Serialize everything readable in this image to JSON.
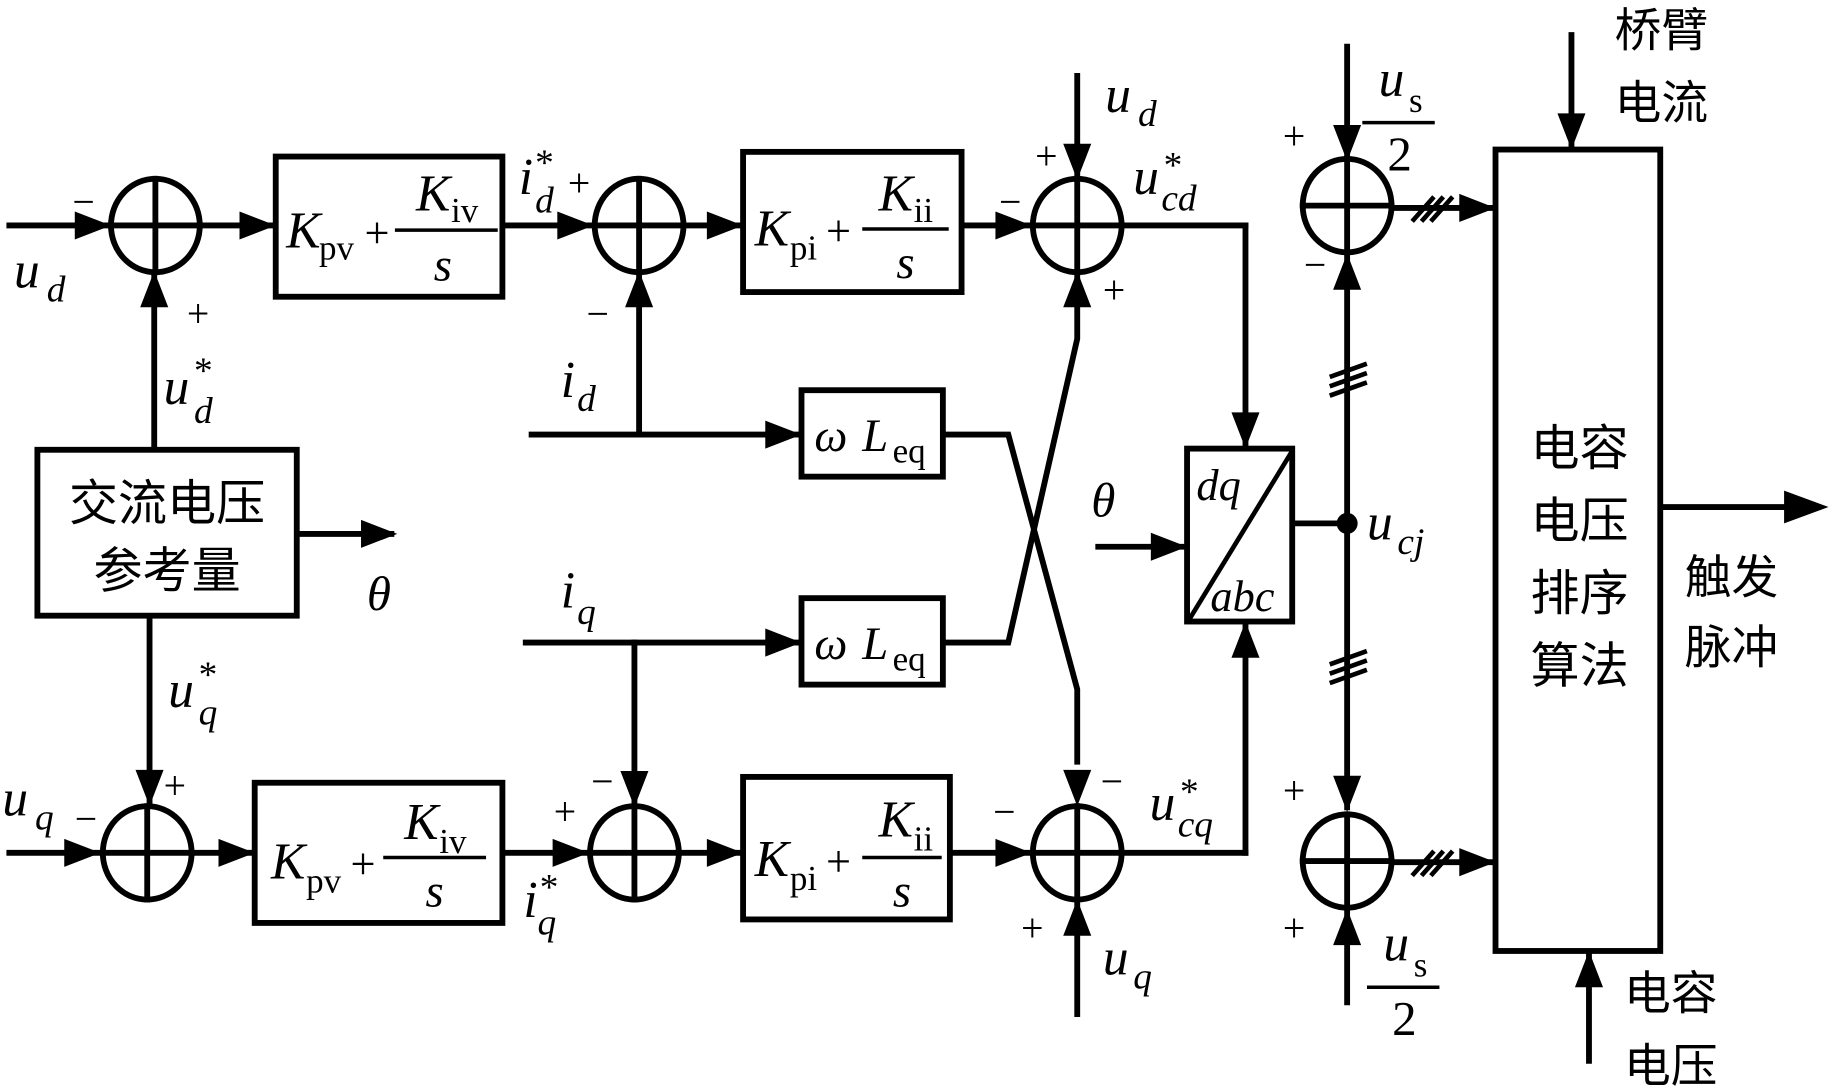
{
  "diagram": {
    "title": "MMC AC voltage / current dual-loop control with capacitor voltage sorting",
    "blocks": {
      "ac_ref": {
        "line1": "交流电压",
        "line2": "参考量"
      },
      "sort": {
        "lines": [
          "电容",
          "电压",
          "排序",
          "算法"
        ]
      },
      "pi_v_d": {
        "K": "K",
        "p_sub": "pv",
        "plus": "+",
        "num_K": "K",
        "num_sub": "iv",
        "den": "s"
      },
      "pi_v_q": {
        "K": "K",
        "p_sub": "pv",
        "plus": "+",
        "num_K": "K",
        "num_sub": "iv",
        "den": "s"
      },
      "pi_i_d": {
        "K": "K",
        "p_sub": "pi",
        "plus": "+",
        "num_K": "K",
        "num_sub": "ii",
        "den": "s"
      },
      "pi_i_q": {
        "K": "K",
        "p_sub": "pi",
        "plus": "+",
        "num_K": "K",
        "num_sub": "ii",
        "den": "s"
      },
      "wl_d": {
        "omega": "ω",
        "L": "L",
        "sub": "eq"
      },
      "wl_q": {
        "omega": "ω",
        "L": "L",
        "sub": "eq"
      },
      "transform": {
        "top": "dq",
        "bottom": "abc"
      }
    },
    "signals": {
      "ud_in": {
        "base": "u",
        "sub": "d"
      },
      "uq_in": {
        "base": "u",
        "sub": "q"
      },
      "ud_ref": {
        "base": "u",
        "sup": "*",
        "sub": "d"
      },
      "uq_ref": {
        "base": "u",
        "sup": "*",
        "sub": "q"
      },
      "theta_out": "θ",
      "theta_in": "θ",
      "id_ref": {
        "base": "i",
        "sup": "*",
        "sub": "d"
      },
      "iq_ref": {
        "base": "i",
        "sup": "*",
        "sub": "q"
      },
      "id": {
        "base": "i",
        "sub": "d"
      },
      "iq": {
        "base": "i",
        "sub": "q"
      },
      "ud_ff": {
        "base": "u",
        "sub": "d"
      },
      "uq_ff": {
        "base": "u",
        "sub": "q"
      },
      "ucd_ref": {
        "base": "u",
        "sup": "*",
        "sub": "cd"
      },
      "ucq_ref": {
        "base": "u",
        "sup": "*",
        "sub": "cq"
      },
      "ucj": {
        "base": "u",
        "sub": "cj"
      },
      "us_half_top": {
        "num": "u",
        "num_sub": "s",
        "den": "2"
      },
      "us_half_bot": {
        "num": "u",
        "num_sub": "s",
        "den": "2"
      },
      "arm_current": {
        "line1": "桥臂",
        "line2": "电流"
      },
      "cap_voltage": {
        "line1": "电容",
        "line2": "电压"
      },
      "trigger_pulse": {
        "line1": "触发",
        "line2": "脉冲"
      }
    },
    "signs": {
      "plus": "+",
      "minus": "−"
    }
  }
}
